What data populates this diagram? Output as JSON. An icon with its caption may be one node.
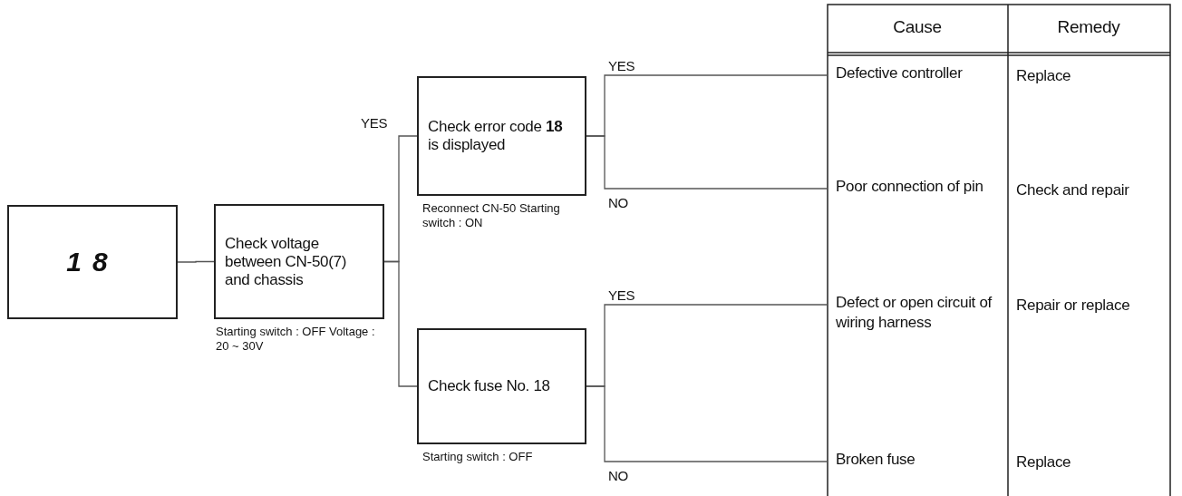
{
  "diagram": {
    "nodes": [
      {
        "text": [
          "18"
        ]
      },
      {
        "text": [
          "Check voltage between CN-50(7) and chassis"
        ],
        "beside": [
          "Starting switch : OFF Voltage : 20 ~ 30V"
        ]
      },
      {
        "text": [
          "Check error code **18** is displayed"
        ],
        "beside": [
          "Reconnect CN-50 Starting switch : ON"
        ]
      },
      {
        "text": [
          "Check fuse No. 18"
        ],
        "beside": [
          "Starting switch : OFF"
        ]
      },
      {
        "text": [
          "Defective controller"
        ]
      },
      {
        "text": [
          "Poor connection of pin"
        ]
      },
      {
        "text": [
          "Defect or open circuit of wiring harness"
        ]
      },
      {
        "text": [
          "Broken fuse"
        ]
      }
    ],
    "edges": [
      {
        "from": 0,
        "to": 1,
        "arrow": "none"
      },
      {
        "from": 1,
        "to": 2,
        "arrow": "none",
        "label": "YES"
      },
      {
        "from": 1,
        "to": 3,
        "arrow": "none"
      },
      {
        "from": 2,
        "to": 4,
        "arrow": "none",
        "label": "YES"
      },
      {
        "from": 2,
        "to": 5,
        "arrow": "none",
        "label": "NO"
      },
      {
        "from": 3,
        "to": 6,
        "arrow": "none",
        "label": "YES"
      },
      {
        "from": 3,
        "to": 7,
        "arrow": "none",
        "label": "NO"
      }
    ],
    "labels": [
      "Cause",
      "Remedy",
      "Replace",
      "Check and repair",
      "Repair or replace",
      "Replace"
    ]
  }
}
